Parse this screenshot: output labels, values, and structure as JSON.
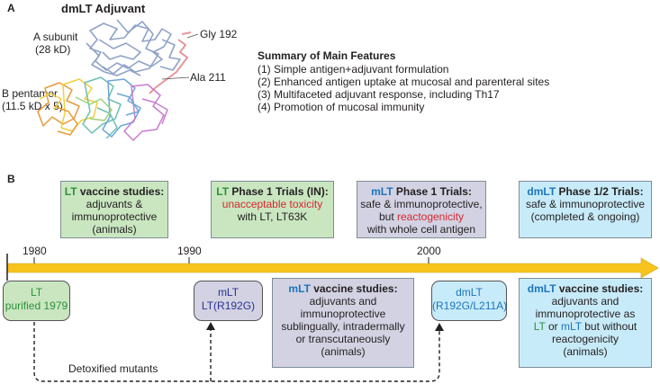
{
  "panel_a": {
    "letter": "A",
    "title": "dmLT Adjuvant",
    "a_subunit_line1": "A subunit",
    "a_subunit_line2": "(28 kD)",
    "b_pentamer_line1": "B pentamer",
    "b_pentamer_line2": "(11.5 kD x 5)",
    "gly": "Gly 192",
    "ala": "Ala 211",
    "summary_title": "Summary of Main Features",
    "features": [
      "(1) Simple antigen+adjuvant formulation",
      "(2) Enhanced antigen uptake at mucosal and parenteral sites",
      "(3) Multifaceted adjuvant response, including Th17",
      "(4) Promotion of mucosal immunity"
    ]
  },
  "panel_b": {
    "letter": "B",
    "years": [
      "1980",
      "1990",
      "2000"
    ],
    "top_boxes": [
      {
        "prefix": "LT",
        "head": " vaccine studies:",
        "lines": [
          "adjuvants &",
          "immunoprotective",
          "(animals)"
        ]
      },
      {
        "prefix": "LT",
        "head": " Phase 1 Trials (IN):",
        "red": "unacceptable toxicity",
        "tail": "with LT, LT63K"
      },
      {
        "prefix": "mLT",
        "head": " Phase 1 Trials:",
        "line2": "safe & immunoprotective,",
        "line3_pre": "but ",
        "line3_red": "reactogenicity",
        "line4": "with whole cell antigen"
      },
      {
        "prefix": "dmLT",
        "head": " Phase 1/2 Trials:",
        "line2": "safe & immunoprotective",
        "line3": "(completed & ongoing)"
      }
    ],
    "lt_box": {
      "line1": "LT",
      "line2": "purified 1979"
    },
    "mlt_box": {
      "line1": "mLT",
      "line2": "LT(R192G)"
    },
    "dmlt_box": {
      "line1": "dmLT",
      "line2": "(R192G/L211A)"
    },
    "mlt_vaccine": {
      "prefix": "mLT",
      "head": " vaccine studies:",
      "lines": [
        "adjuvants and",
        "immunoprotective",
        "sublingually, intradermally",
        "or  transcutaneously",
        "(animals)"
      ]
    },
    "dmlt_vaccine": {
      "prefix": "dmLT",
      "head": " vaccine studies:",
      "line2": "adjuvants and",
      "line3": "immunoprotective as",
      "line4_a": "LT",
      "line4_b": " or ",
      "line4_c": "mLT",
      "line4_d": " but without",
      "line5": "reactogenicity",
      "line6": "(animals)"
    },
    "detox_label": "Detoxified mutants"
  },
  "colors": {
    "green_box": "#c9e6c0",
    "purple_box": "#d2d2e3",
    "blue_box": "#c8ebf9",
    "arrow": "#f7c41e",
    "red_text": "#d7262d"
  }
}
